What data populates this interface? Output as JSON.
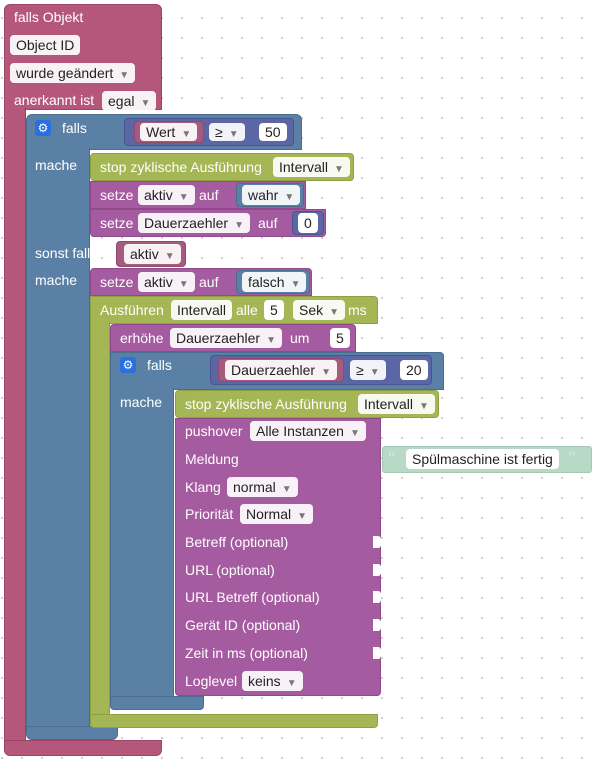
{
  "trigger": {
    "title": "falls Objekt",
    "object_id": "Object ID",
    "changed": "wurde geändert",
    "ack_label": "anerkannt ist",
    "ack_value": "egal"
  },
  "if1": {
    "falls": "falls",
    "var": "Wert",
    "op": "≥",
    "num": "50",
    "mache": "mache"
  },
  "stop1": {
    "label": "stop zyklische Ausführung",
    "value": "Intervall"
  },
  "set1": {
    "setze": "setze",
    "var": "aktiv",
    "auf": "auf",
    "value": "wahr"
  },
  "set2": {
    "setze": "setze",
    "var": "Dauerzaehler",
    "auf": "auf",
    "value": "0"
  },
  "elseif": {
    "label": "sonst falls",
    "var": "aktiv",
    "mache": "mache"
  },
  "set3": {
    "setze": "setze",
    "var": "aktiv",
    "auf": "auf",
    "value": "falsch"
  },
  "interval": {
    "label": "Ausführen",
    "name": "Intervall",
    "alle": "alle",
    "num": "5",
    "unit": "Sek",
    "ms": "ms"
  },
  "inc": {
    "label": "erhöhe",
    "var": "Dauerzaehler",
    "um": "um",
    "num": "5"
  },
  "if2": {
    "falls": "falls",
    "var": "Dauerzaehler",
    "op": "≥",
    "num": "20",
    "mache": "mache"
  },
  "stop2": {
    "label": "stop zyklische Ausführung",
    "value": "Intervall"
  },
  "pushover": {
    "label": "pushover",
    "instance": "Alle Instanzen",
    "meldung": "Meldung",
    "message": "Spülmaschine ist fertig",
    "klang": "Klang",
    "klang_value": "normal",
    "prio": "Priorität",
    "prio_value": "Normal",
    "betreff": "Betreff (optional)",
    "url": "URL (optional)",
    "url_betreff": "URL Betreff (optional)",
    "geraet": "Gerät ID (optional)",
    "zeit": "Zeit in ms (optional)",
    "loglevel": "Loglevel",
    "loglevel_value": "keins"
  }
}
